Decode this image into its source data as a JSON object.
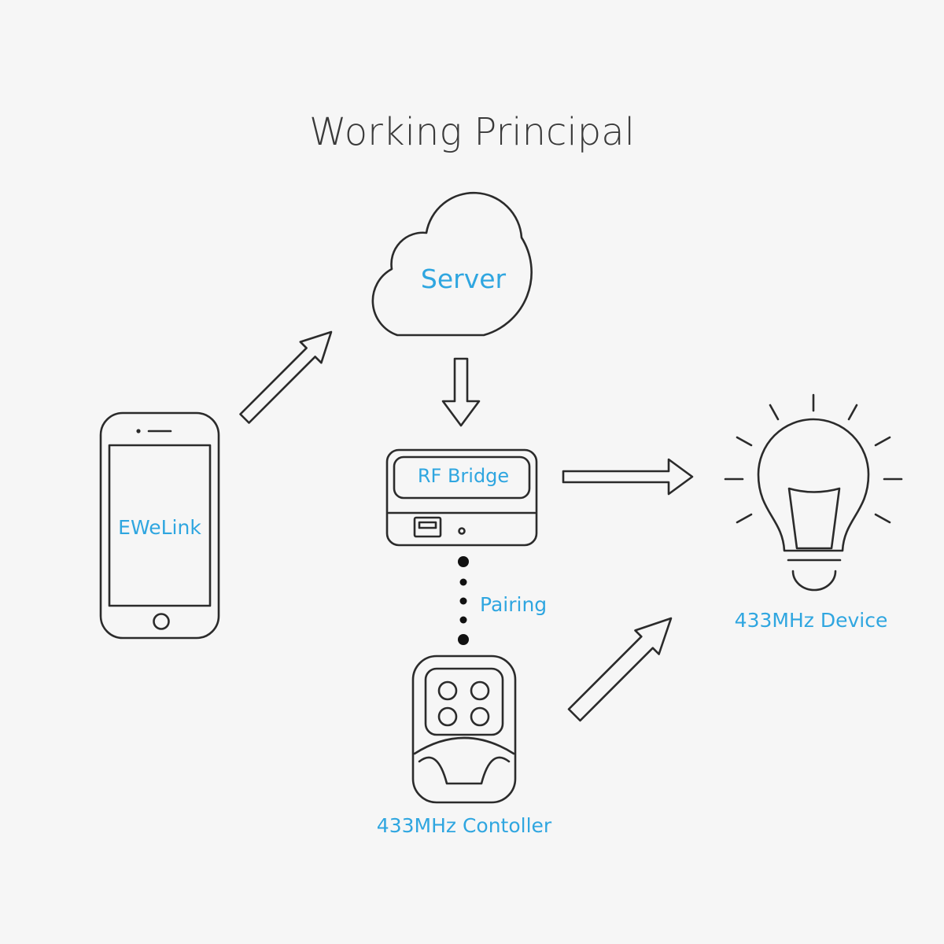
{
  "title": "Working Principal",
  "nodes": {
    "phone": "EWeLink",
    "server": "Server",
    "bridge": "RF Bridge",
    "pairing": "Pairing",
    "controller": "433MHz Contoller",
    "device": "433MHz Device"
  },
  "colors": {
    "label": "#2fa6e0",
    "line": "#2b2b2b",
    "background": "#f6f6f6"
  }
}
